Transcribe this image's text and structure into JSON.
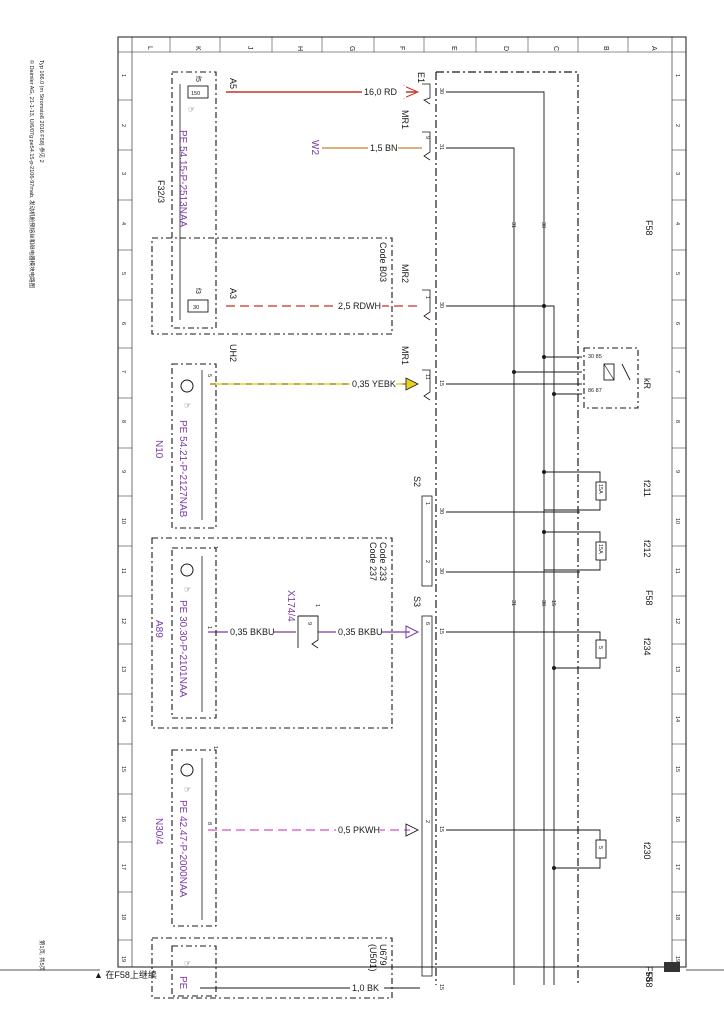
{
  "header": {
    "copyright_line": "© Daimler AG, 21-1-13, U/6/07g pe54.15-p-2106-97mab, 发动机舱预熔丝和继电器模块电路图",
    "type_line": "Typ 166.0 (m Stromstoß 2016 F58) 参见 2"
  },
  "footer": {
    "page_note": "第1页, 共5页",
    "continue_text": "▲ 在F58上继续",
    "right_label": "F58"
  },
  "grid": {
    "columns": [
      "L",
      "K",
      "J",
      "H",
      "G",
      "F",
      "E",
      "D",
      "C",
      "B",
      "A"
    ],
    "rows": [
      "1",
      "2",
      "3",
      "4",
      "5",
      "6",
      "7",
      "8",
      "9",
      "10",
      "11",
      "12",
      "13",
      "14",
      "15",
      "16",
      "17",
      "18",
      "19"
    ]
  },
  "components": {
    "f58_top": "F58",
    "f58_mid": "F58",
    "f58_bot": "F58",
    "kr": "kR",
    "f211": "f211",
    "f212": "f212",
    "f234": "f234",
    "f230": "f230",
    "f32": "F32/3",
    "n10": "N10",
    "a89": "A89",
    "n304": "N30/4",
    "w2": "W2",
    "x174": "X174/4",
    "u679": "U679",
    "u501": "(U501)"
  },
  "doc_refs": {
    "pe1": "PE 54.15-P-2513NAA",
    "pe2": "PE 54.21-P-2127NAB",
    "pe3": "PE 30.30-P-2101NAA",
    "pe4": "PE 42.47-P-2000NAA",
    "pe5": "PE"
  },
  "codes": {
    "b03": "Code B03",
    "c233": "Code 233",
    "c237": "Code 237"
  },
  "connectors": {
    "a5": "A5",
    "a3": "A3",
    "uh2": "UH2",
    "e1": "E1",
    "mr1a": "MR1",
    "mr2": "MR2",
    "mr1b": "MR1",
    "s2": "S2",
    "s3": "S3"
  },
  "wires": {
    "w1": "16,0 RD",
    "w2": "1,5 BN",
    "w3": "2,5 RDWH",
    "w4": "0,35 YEBK",
    "w5a": "0,35 BKBU",
    "w5b": "0,35 BKBU",
    "w6": "0,5 PKWH",
    "w7": "1,0 BK"
  },
  "colors": {
    "red": "#c83228",
    "brown": "#c8822d",
    "yellow": "#e6d21e",
    "purple": "#7a3aa5",
    "pink": "#d84fc4",
    "line": "#1a1a1a"
  }
}
